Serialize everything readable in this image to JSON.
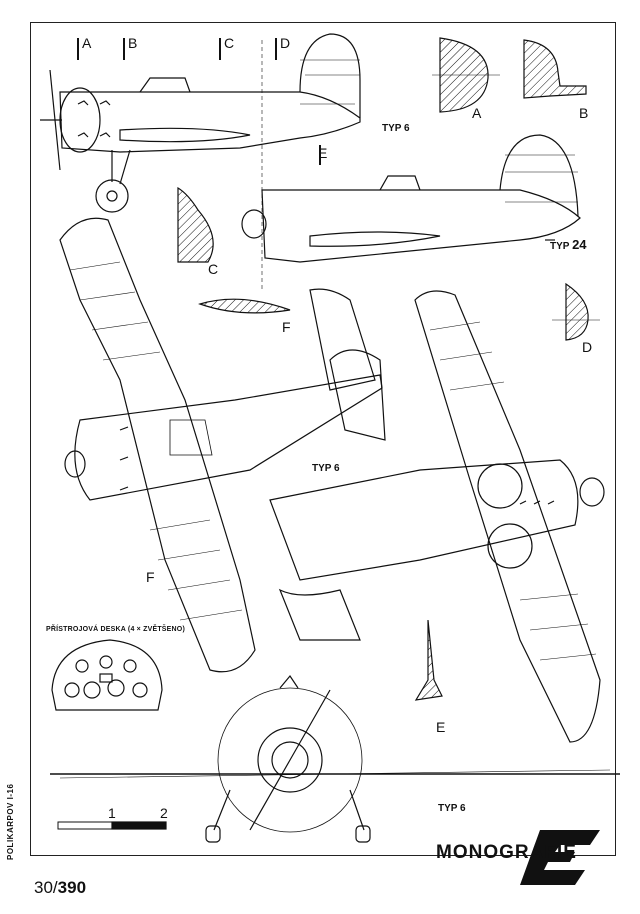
{
  "section_marks": {
    "a": "A",
    "b": "B",
    "c": "C",
    "d": "D",
    "e": "E",
    "f": "F"
  },
  "sections": {
    "a": "A",
    "b": "B",
    "c": "C",
    "d": "D",
    "e": "E",
    "f": "F"
  },
  "variants": {
    "side_top": "TYP 6",
    "side_lower": "TYP",
    "side_lower_num": "24",
    "plan": "TYP 6",
    "front": "TYP 6"
  },
  "instrument_panel_caption": "PŘÍSTROJOVÁ DESKA (4 × ZVĚTŠENO)",
  "scale_bar": {
    "label_1": "1",
    "label_2": "2"
  },
  "side_caption": "POLIKARPOV I-16",
  "page_number": {
    "current": "30",
    "total": "390"
  },
  "logo_text": "MONOGRAFIE",
  "colors": {
    "ink": "#111111",
    "paper": "#ffffff"
  }
}
